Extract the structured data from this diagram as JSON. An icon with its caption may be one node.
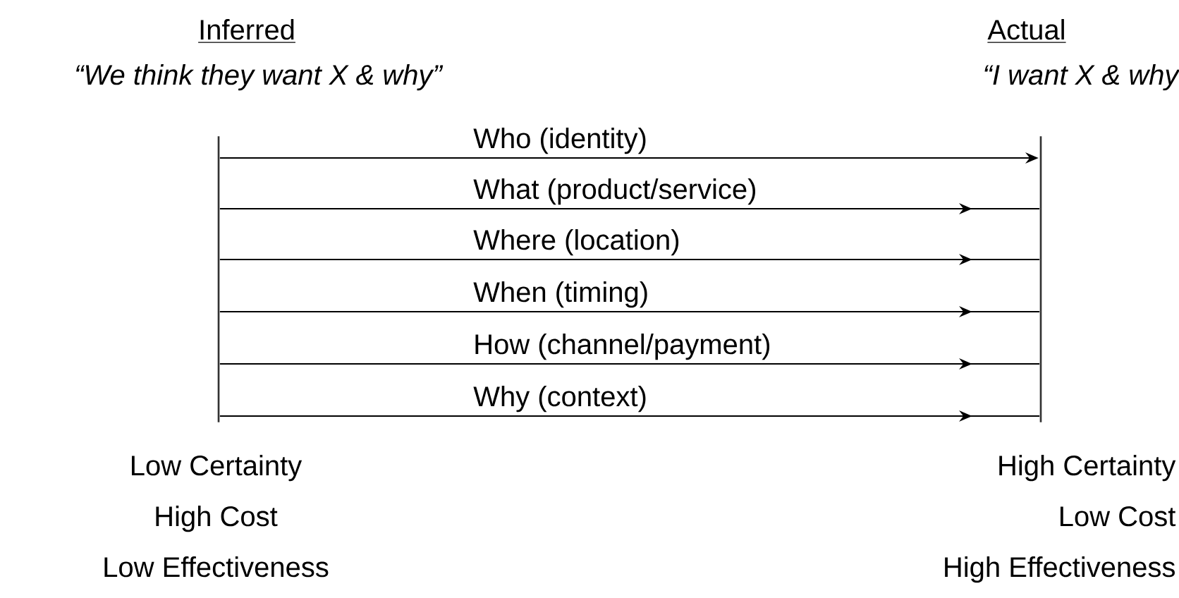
{
  "diagram": {
    "nodes": [
      {
        "text": [
          "Inferred",
          "“We think they want X & why”"
        ],
        "beside": [
          "Low Certainty",
          "High Cost",
          "Low Effectiveness"
        ]
      },
      {
        "text": [
          "Actual",
          "“I want X & why"
        ],
        "beside": [
          "High Certainty",
          "Low Cost",
          "High Effectiveness"
        ]
      }
    ],
    "edges": [
      {
        "from": 0,
        "to": 1,
        "arrow": "to",
        "label": "Who (identity)"
      },
      {
        "from": 0,
        "to": 1,
        "arrow": "to",
        "label": "What (product/service)"
      },
      {
        "from": 0,
        "to": 1,
        "arrow": "to",
        "label": "Where (location)"
      },
      {
        "from": 0,
        "to": 1,
        "arrow": "to",
        "label": "When (timing)"
      },
      {
        "from": 0,
        "to": 1,
        "arrow": "to",
        "label": "How (channel/payment)"
      },
      {
        "from": 0,
        "to": 1,
        "arrow": "to",
        "label": "Why (context)"
      }
    ]
  }
}
